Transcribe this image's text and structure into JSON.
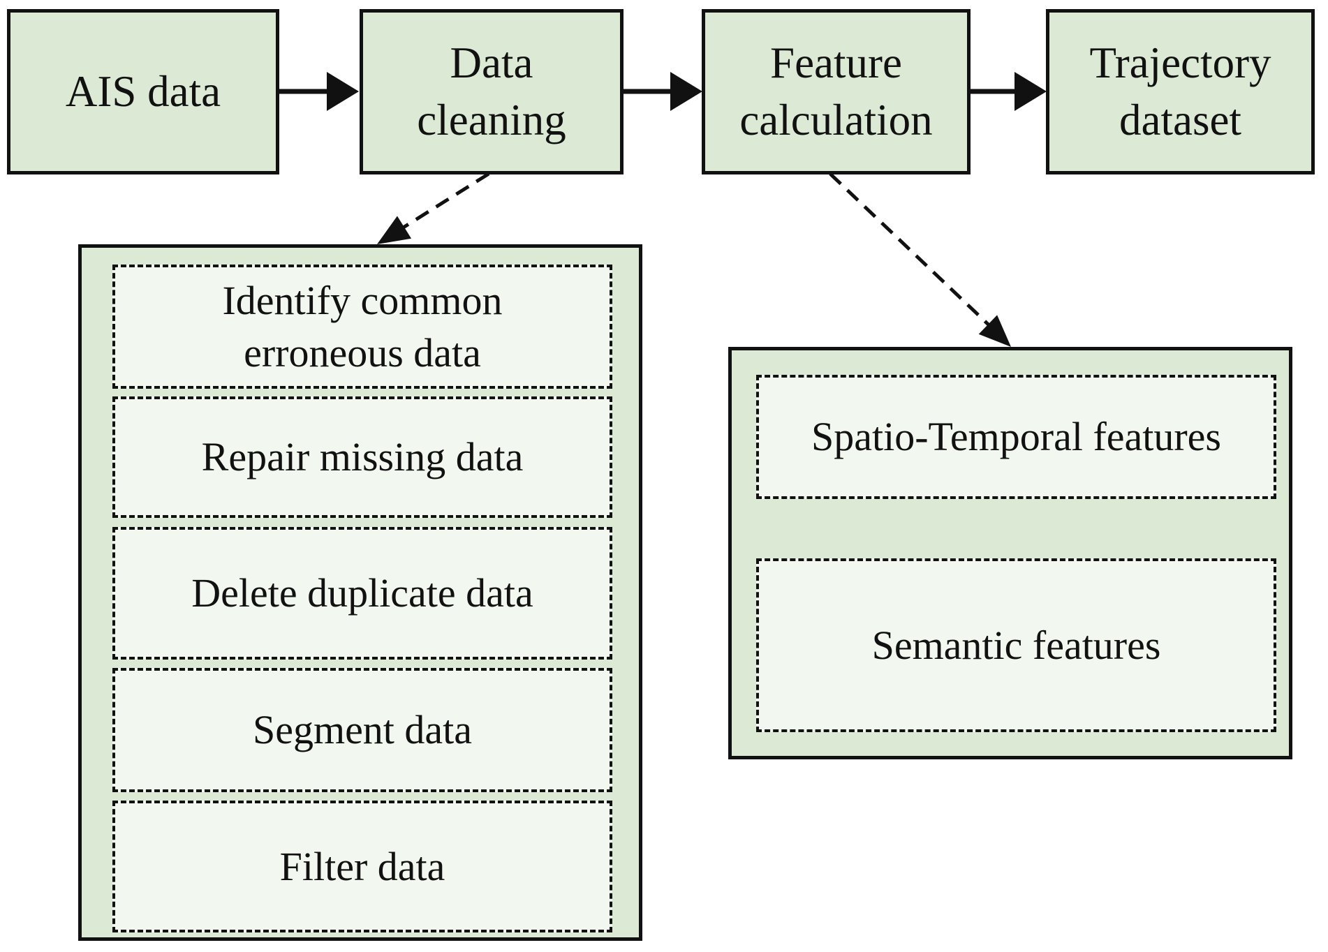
{
  "diagram": {
    "title_hint": "AIS trajectory dataset construction flow",
    "flow_nodes": [
      {
        "id": "ais-data",
        "label": "AIS data"
      },
      {
        "id": "data-cleaning",
        "label": "Data\ncleaning"
      },
      {
        "id": "feature-calculation",
        "label": "Feature\ncalculation"
      },
      {
        "id": "trajectory-dataset",
        "label": "Trajectory\ndataset"
      }
    ],
    "cleaning_steps": [
      "Identify common\nerroneous data",
      "Repair missing data",
      "Delete duplicate data",
      "Segment data",
      "Filter data"
    ],
    "feature_items": [
      "Spatio-Temporal features",
      "Semantic features"
    ],
    "colors": {
      "box_fill": "#dcead5",
      "sub_box_fill": "#f2f7ef",
      "line_and_text": "#111111",
      "background": "#ffffff"
    }
  }
}
